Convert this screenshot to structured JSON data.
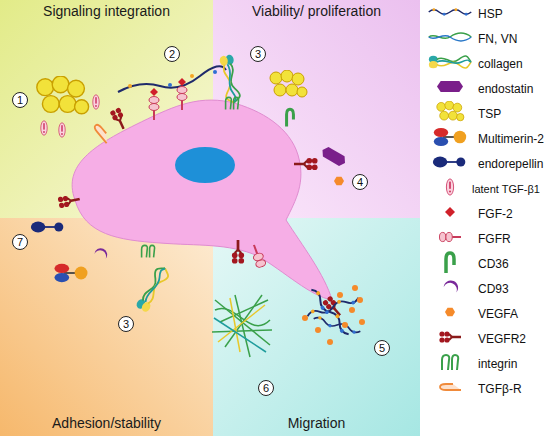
{
  "diagram": {
    "nodes": [
      {
        "text": [
          "Signaling integration"
        ]
      },
      {
        "text": [
          "Viability/ proliferation"
        ]
      },
      {
        "text": [
          "Adhesion/stability"
        ]
      },
      {
        "text": [
          "Migration"
        ]
      }
    ],
    "labels": [
      "1",
      "2",
      "3",
      "4",
      "5",
      "6",
      "3",
      "7"
    ],
    "legend": [
      {
        "text": "HSP"
      },
      {
        "text": "FN, VN"
      },
      {
        "text": "collagen"
      },
      {
        "text": "endostatin"
      },
      {
        "text": "TSP"
      },
      {
        "text": "Multimerin-2"
      },
      {
        "text": "endorepellin"
      },
      {
        "text": "latent TGF-β1"
      },
      {
        "text": "FGF-2"
      },
      {
        "text": "FGFR"
      },
      {
        "text": "CD36"
      },
      {
        "text": "CD93"
      },
      {
        "text": "VEGFA"
      },
      {
        "text": "VEGFR2"
      },
      {
        "text": "integrin"
      },
      {
        "text": "TGFβ-R"
      }
    ]
  }
}
